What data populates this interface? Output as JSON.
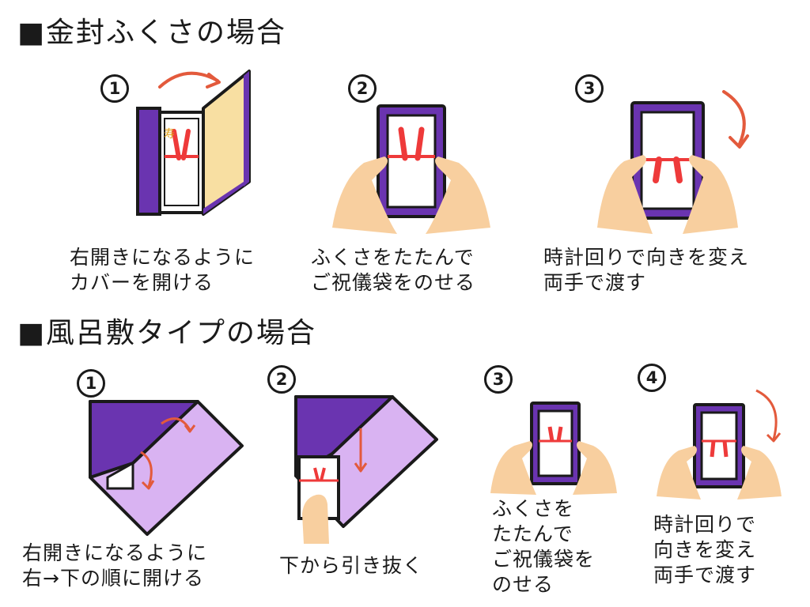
{
  "section1": {
    "bullet": "■",
    "title": "金封ふくさの場合",
    "steps": [
      {
        "number": "1",
        "lines": [
          "右開きになるように",
          "カバーを開ける"
        ]
      },
      {
        "number": "2",
        "lines": [
          "ふくさをたたんで",
          "ご祝儀袋をのせる"
        ]
      },
      {
        "number": "3",
        "lines": [
          "時計回りで向きを変え",
          "両手で渡す"
        ]
      }
    ]
  },
  "section2": {
    "bullet": "■",
    "title": "風呂敷タイプの場合",
    "steps": [
      {
        "number": "1",
        "lines": [
          "右開きになるように",
          "右→下の順に開ける"
        ]
      },
      {
        "number": "2",
        "lines": [
          "下から引き抜く"
        ]
      },
      {
        "number": "3",
        "lines": [
          "ふくさを",
          "たたんで",
          "ご祝儀袋を",
          "のせる"
        ]
      },
      {
        "number": "4",
        "lines": [
          "時計回りで",
          "向きを変え",
          "両手で渡す"
        ]
      }
    ]
  },
  "envelope_label": "寿",
  "colors": {
    "outline": "#1a1a1a",
    "purple_dark": "#6a34b0",
    "purple_light": "#d9b3f2",
    "cream": "#f8dfa2",
    "ribbon": "#ee3a3a",
    "arrow": "#e35a3c",
    "skin": "#f8cf9f",
    "label_gold": "#e2a21a"
  },
  "icons": [
    "arrow-curved-icon",
    "arrow-down-icon",
    "hand-icon"
  ]
}
